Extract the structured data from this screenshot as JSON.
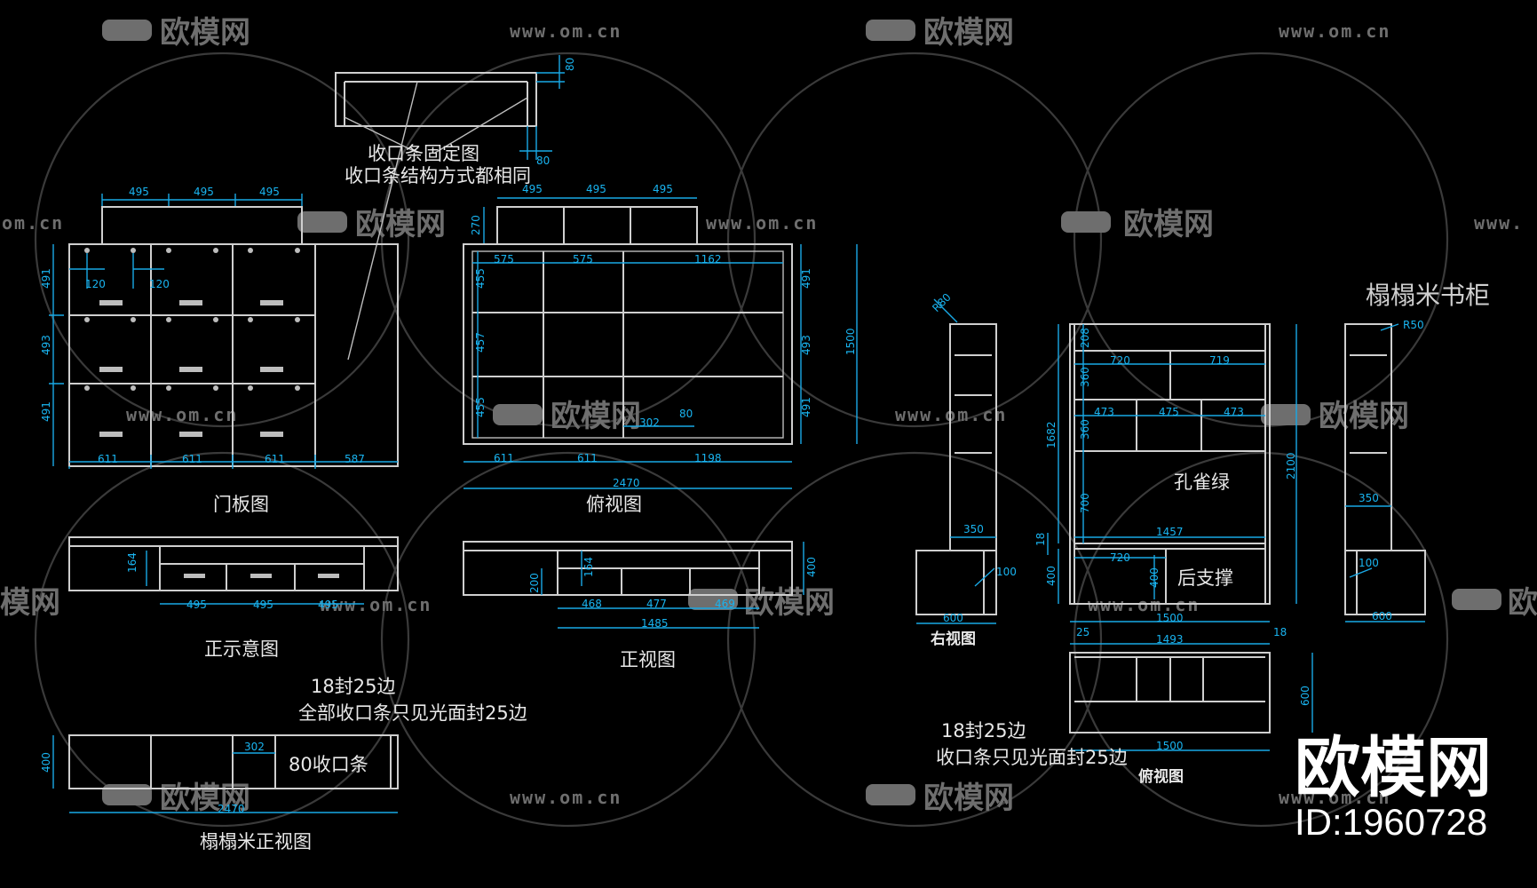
{
  "labels": {
    "fix_title_1": "收口条固定图",
    "fix_title_2": "收口条结构方式都相同",
    "door_panel": "门板图",
    "top_view_left": "俯视图",
    "front_schematic": "正示意图",
    "front_view": "正视图",
    "seal_note_1": "18封25边",
    "seal_note_2": "全部收口条只见光面封25边",
    "tatami_front": "榻榻米正视图",
    "strip_80": "80收口条",
    "tatami_bookcase": "榻榻米书柜",
    "peacock_green": "孔雀绿",
    "back_support": "后支撑",
    "right_view": "右视图",
    "top_view_right": "俯视图",
    "seal_note_3": "18封25边",
    "seal_note_4": "收口条只见光面封25边"
  },
  "dims": {
    "top_80a": "80",
    "top_80b": "80",
    "d495a": "495",
    "d495b": "495",
    "d495c": "495",
    "d495d": "495",
    "d495e": "495",
    "d495f": "495",
    "d120a": "120",
    "d120b": "120",
    "d491a": "491",
    "d493a": "493",
    "d491b": "491",
    "d611a": "611",
    "d611b": "611",
    "d611c": "611",
    "d587": "587",
    "d270": "270",
    "d575a": "575",
    "d575b": "575",
    "d1162": "1162",
    "d455a": "455",
    "d457": "457",
    "d455b": "455",
    "d491c": "491",
    "d493b": "493",
    "d491d": "491",
    "d1500v": "1500",
    "d302a": "302",
    "d80c": "80",
    "d611d": "611",
    "d611e": "611",
    "d1198": "1198",
    "d2470a": "2470",
    "d164a": "164",
    "d495g": "495",
    "d495h": "495",
    "d495i": "495",
    "d200": "200",
    "d164b": "164",
    "d400a": "400",
    "d468": "468",
    "d477": "477",
    "d469": "469",
    "d1485": "1485",
    "d400b": "400",
    "d302b": "302",
    "d2470b": "2470",
    "r80": "R80",
    "d350a": "350",
    "d18a": "18",
    "d400c": "400",
    "d100a": "100",
    "d600a": "600",
    "d208": "208",
    "d360a": "360",
    "d360b": "360",
    "d700": "700",
    "d1682": "1682",
    "d720a": "720",
    "d719": "719",
    "d473a": "473",
    "d475": "475",
    "d473b": "473",
    "d1457": "1457",
    "d720b": "720",
    "d400d": "400",
    "d2100": "2100",
    "d1500a": "1500",
    "d25": "25",
    "d18b": "18",
    "d1493": "1493",
    "d600b": "600",
    "d1500b": "1500",
    "r50": "R50",
    "d350b": "350",
    "d100b": "100",
    "d600c": "600"
  },
  "watermark": {
    "brand": "欧模网",
    "url": "www.om.cn",
    "url_part": "om.cn",
    "url_head": "www.",
    "brand_part": "模网",
    "brand_left": "欧"
  },
  "brand_block": {
    "name": "欧模网",
    "id_text": "ID:1960728"
  },
  "colors": {
    "background": "#000000",
    "line": "#cfcfcf",
    "dimension": "#19a9e6"
  }
}
